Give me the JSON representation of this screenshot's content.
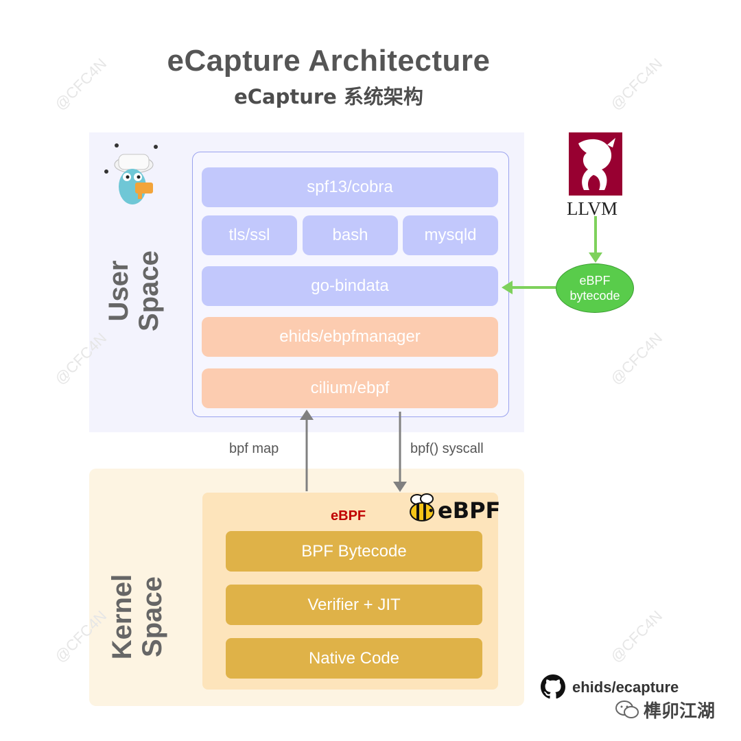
{
  "title": "eCapture Architecture",
  "subtitle": "eCapture 系统架构",
  "watermark": "@CFC4N",
  "user_space": {
    "label_line1": "User",
    "label_line2": "Space",
    "boxes": {
      "cobra": "spf13/cobra",
      "tls": "tls/ssl",
      "bash": "bash",
      "mysqld": "mysqld",
      "bindata": "go-bindata",
      "ebpfmanager": "ehids/ebpfmanager",
      "cilium": "cilium/ebpf"
    }
  },
  "arrows": {
    "bpf_map": "bpf map",
    "bpf_syscall": "bpf() syscall"
  },
  "kernel_space": {
    "label_line1": "Kernel",
    "label_line2": "Space",
    "ebpf_label": "eBPF",
    "ebpf_logo_text": "eBPF",
    "boxes": {
      "bytecode": "BPF Bytecode",
      "verifier": "Verifier + JIT",
      "native": "Native Code"
    }
  },
  "llvm": {
    "text": "LLVM",
    "bytecode_line1": "eBPF",
    "bytecode_line2": "bytecode"
  },
  "footer": {
    "repo": "ehids/ecapture",
    "account": "榫卯江湖"
  },
  "colors": {
    "user_box": "#c2c8fc",
    "manager_box": "#fcccb0",
    "kernel_box": "#dfb248",
    "llvm_red": "#980031",
    "bytecode_green": "#59cc4b",
    "arrow_gray": "#808080"
  },
  "icons": {
    "gopher": "gopher-beekeeper-icon",
    "llvm": "llvm-dragon-icon",
    "ebpf": "ebpf-bee-icon",
    "github": "github-icon",
    "wechat": "wechat-icon"
  }
}
